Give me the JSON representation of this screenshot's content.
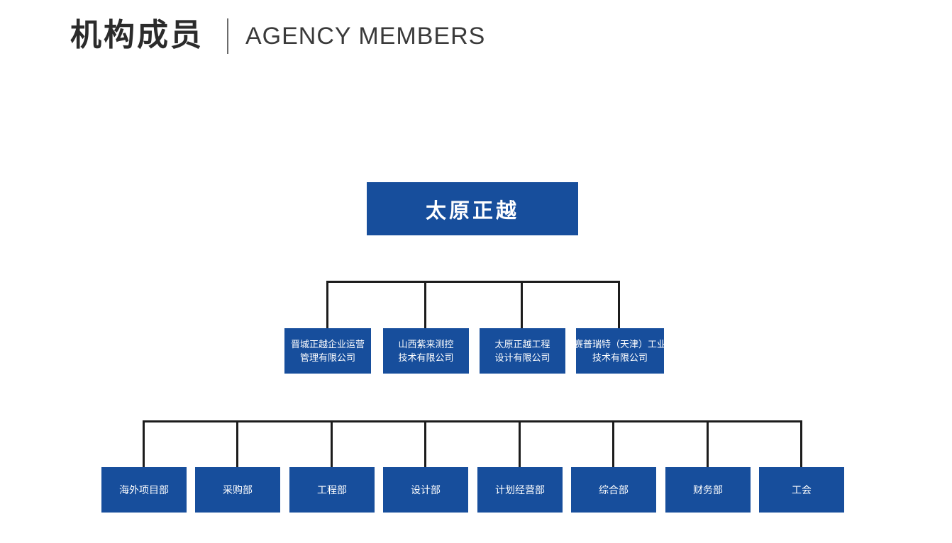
{
  "header": {
    "title_cn": "机构成员",
    "title_en": "AGENCY MEMBERS"
  },
  "colors": {
    "box_blue": "#174e9c",
    "connector_black": "#1c1c1c",
    "title_text": "#2b2b2b",
    "box_text": "#ffffff",
    "background": "#ffffff"
  },
  "org": {
    "root": {
      "name": "太原正越"
    },
    "subsidiaries": [
      {
        "lines": [
          "晋城正越企业运营",
          "管理有限公司"
        ]
      },
      {
        "lines": [
          "山西紫来测控",
          "技术有限公司"
        ]
      },
      {
        "lines": [
          "太原正越工程",
          "设计有限公司"
        ]
      },
      {
        "lines": [
          "赛普瑞特（天津）工业",
          "技术有限公司"
        ]
      }
    ],
    "departments": [
      {
        "name": "海外项目部"
      },
      {
        "name": "采购部"
      },
      {
        "name": "工程部"
      },
      {
        "name": "设计部"
      },
      {
        "name": "计划经营部"
      },
      {
        "name": "综合部"
      },
      {
        "name": "财务部"
      },
      {
        "name": "工会"
      }
    ]
  }
}
